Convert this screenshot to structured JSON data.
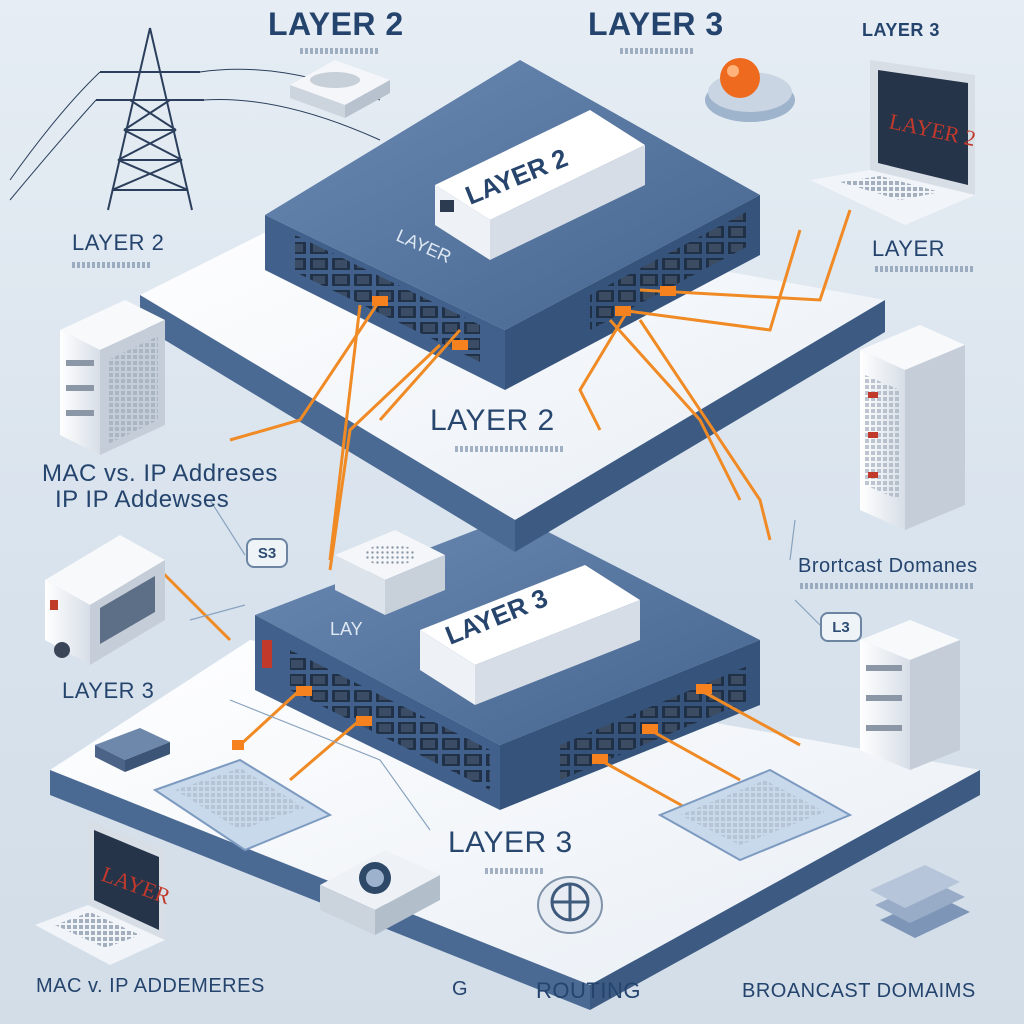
{
  "labels": {
    "top_left_title": "LAYER 2",
    "top_center_title": "LAYER 3",
    "top_right_title": "LAYER 3",
    "left_layer2": "LAYER 2",
    "right_layer": "LAYER",
    "upper_device_label": "LAYER 2",
    "upper_switch_label": "LAYER",
    "upper_panel_label": "LAYER 2",
    "mac_line1": "MAC vs. IP Addreses",
    "mac_line2": "IP IP Addewses",
    "badge_left": "S3",
    "badge_right": "L3",
    "broadcast_upper": "Brortcast Domanes",
    "left_layer3": "LAYER 3",
    "lower_device_label": "LAYER 3",
    "lower_switch_label": "LAY",
    "lower_panel_label": "LAYER 3",
    "laptop_top_screen": "LAYER 2",
    "laptop_bottom_screen": "LAYER",
    "bottom_mac": "MAC v. IP ADDEMERES",
    "bottom_g": "G",
    "bottom_routing": "ROUTING",
    "bottom_broadcast": "BROANCAST DOMAIMS"
  },
  "colors": {
    "background": "#dfe7ef",
    "panel_top": "#f3f6fa",
    "panel_side": "#4d6e98",
    "switch_top": "#5a7aa6",
    "switch_side": "#3f5f8c",
    "cable": "#f08a24",
    "text": "#24446d"
  }
}
